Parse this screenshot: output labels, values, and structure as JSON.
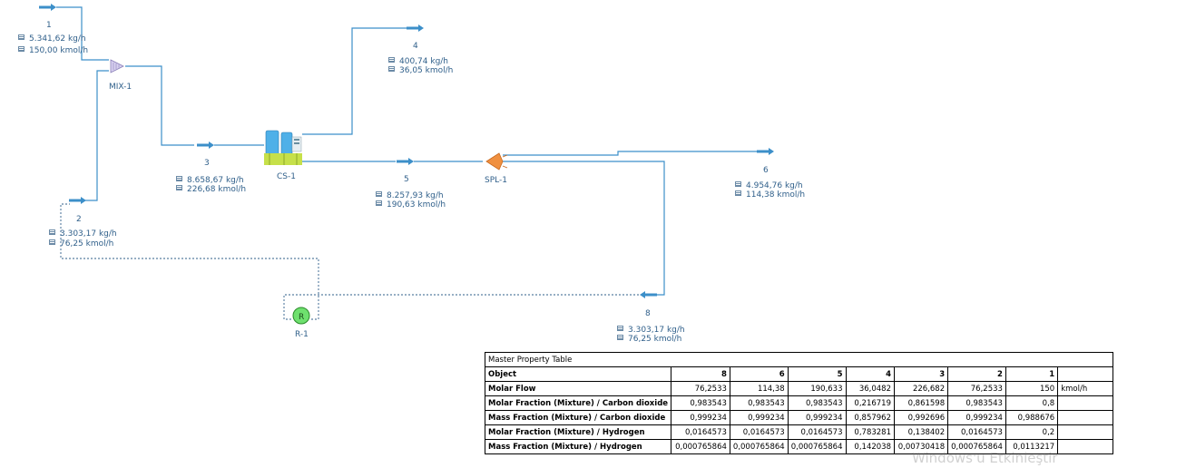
{
  "streams": {
    "s1": {
      "id": "1",
      "mass": "5.341,62 kg/h",
      "molar": "150,00 kmol/h"
    },
    "s2": {
      "id": "2",
      "mass": "3.303,17 kg/h",
      "molar": "76,25 kmol/h"
    },
    "s3": {
      "id": "3",
      "mass": "8.658,67 kg/h",
      "molar": "226,68 kmol/h"
    },
    "s4": {
      "id": "4",
      "mass": "400,74 kg/h",
      "molar": "36,05 kmol/h"
    },
    "s5": {
      "id": "5",
      "mass": "8.257,93 kg/h",
      "molar": "190,63 kmol/h"
    },
    "s6": {
      "id": "6",
      "mass": "4.954,76 kg/h",
      "molar": "114,38 kmol/h"
    },
    "s8": {
      "id": "8",
      "mass": "3.303,17 kg/h",
      "molar": "76,25 kmol/h"
    }
  },
  "units": {
    "mix": "MIX-1",
    "cs": "CS-1",
    "spl": "SPL-1",
    "reactor": "R-1",
    "reactor_symbol": "R"
  },
  "table": {
    "title": "Master Property Table",
    "header": [
      "Object",
      "8",
      "6",
      "5",
      "4",
      "3",
      "2",
      "1",
      ""
    ],
    "rows": [
      [
        "Molar Flow",
        "76,2533",
        "114,38",
        "190,633",
        "36,0482",
        "226,682",
        "76,2533",
        "150",
        "kmol/h"
      ],
      [
        "Molar Fraction (Mixture)  /  Carbon dioxide",
        "0,983543",
        "0,983543",
        "0,983543",
        "0,216719",
        "0,861598",
        "0,983543",
        "0,8",
        ""
      ],
      [
        "Mass Fraction (Mixture)  /  Carbon dioxide",
        "0,999234",
        "0,999234",
        "0,999234",
        "0,857962",
        "0,992696",
        "0,999234",
        "0,988676",
        ""
      ],
      [
        "Molar Fraction (Mixture)  /  Hydrogen",
        "0,0164573",
        "0,0164573",
        "0,0164573",
        "0,783281",
        "0,138402",
        "0,0164573",
        "0,2",
        ""
      ],
      [
        "Mass Fraction (Mixture)  /  Hydrogen",
        "0,000765864",
        "0,000765864",
        "0,000765864",
        "0,142038",
        "0,00730418",
        "0,000765864",
        "0,0113217",
        ""
      ]
    ]
  },
  "watermark": "Windows'u Etkinleştir",
  "colors": {
    "pipe": "#3c8fc9",
    "label": "#2f5f8a",
    "reactor": "#6ee06e",
    "splitter": "#f09040"
  }
}
